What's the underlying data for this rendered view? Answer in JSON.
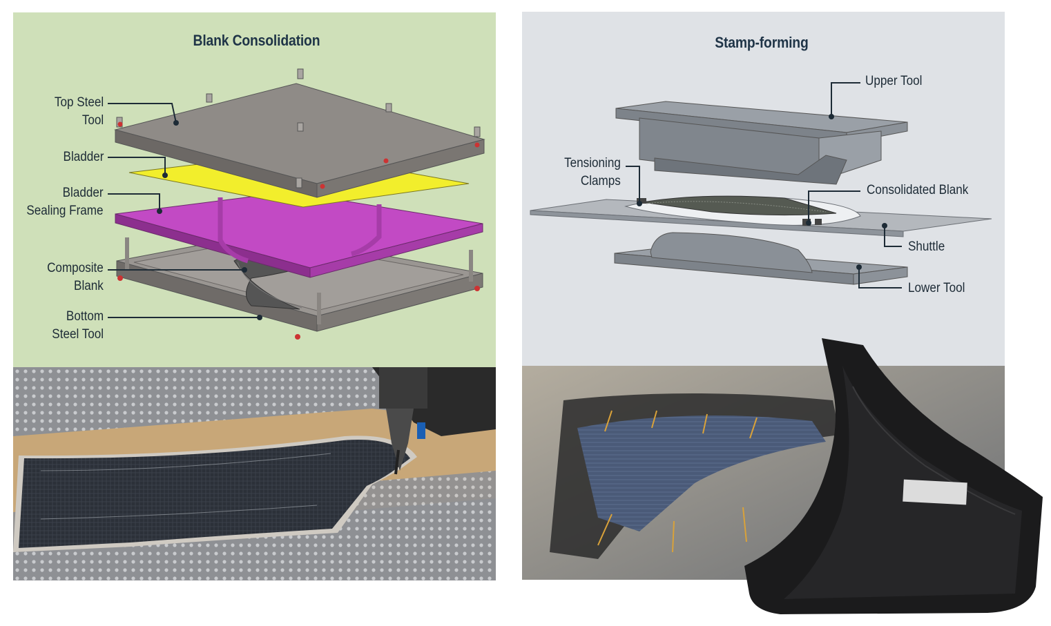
{
  "blank_consolidation": {
    "title": "Blank Consolidation",
    "labels": {
      "top_steel_tool": "Top Steel\nTool",
      "bladder": "Bladder",
      "bladder_sealing_frame": "Bladder\nSealing Frame",
      "composite_blank": "Composite\nBlank",
      "bottom_steel_tool": "Bottom\nSteel Tool"
    },
    "colors": {
      "background": "#cfe0b9",
      "steel": "#8f8b87",
      "bladder": "#f2ee2c",
      "frame": "#c24ac4",
      "blank": "#4a4a4a"
    }
  },
  "stamp_forming": {
    "title": "Stamp-forming",
    "labels": {
      "upper_tool": "Upper Tool",
      "tensioning_clamps": "Tensioning\nClamps",
      "consolidated_blank": "Consolidated Blank",
      "shuttle": "Shuttle",
      "lower_tool": "Lower Tool"
    },
    "colors": {
      "background": "#dfe2e6",
      "tool": "#8e949c",
      "part": "#1c1c1c"
    }
  }
}
